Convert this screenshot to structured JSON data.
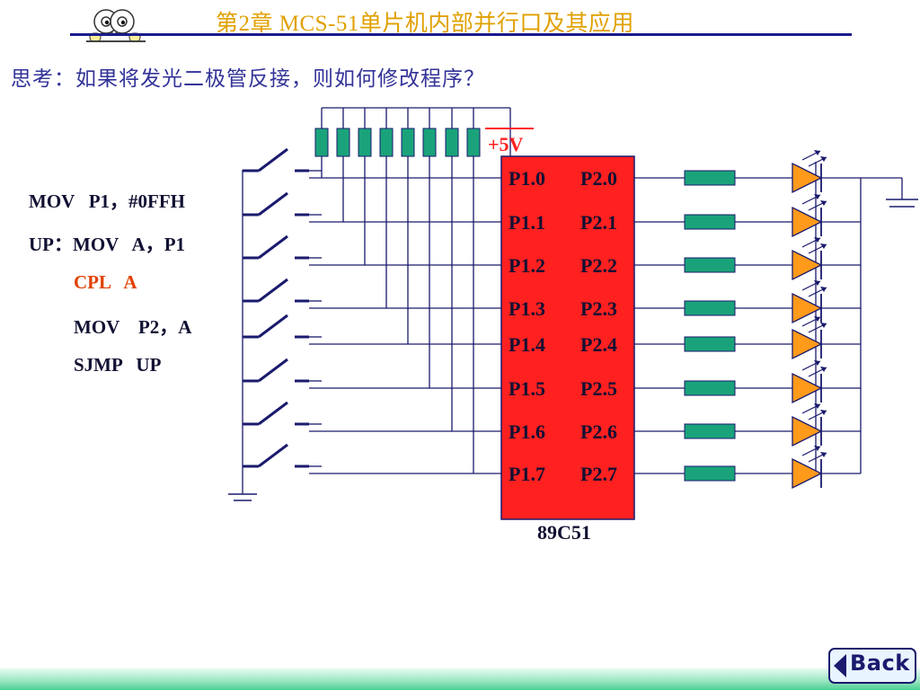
{
  "header": {
    "title": "第2章    MCS-51单片机内部并行口及其应用",
    "mascot_icon": "cartoon-mascot-icon",
    "title_color": "#e0a000",
    "rule_color": "#1a1a8c"
  },
  "question": "思考：如果将发光二极管反接，则如何修改程序？",
  "code": [
    {
      "text": "MOV   P1，#0FFH",
      "highlight": false
    },
    {
      "text": "UP：MOV   A，P1",
      "highlight": false
    },
    {
      "text": "CPL   A",
      "highlight": true
    },
    {
      "text": "MOV    P2，A",
      "highlight": false
    },
    {
      "text": "SJMP   UP",
      "highlight": false
    }
  ],
  "circuit": {
    "vcc_label": "+5V",
    "chip_name": "89C51",
    "p1_pins": [
      "P1.0",
      "P1.1",
      "P1.2",
      "P1.3",
      "P1.4",
      "P1.5",
      "P1.6",
      "P1.7"
    ],
    "p2_pins": [
      "P2.0",
      "P2.1",
      "P2.2",
      "P2.3",
      "P2.4",
      "P2.5",
      "P2.6",
      "P2.7"
    ],
    "colors": {
      "chip": "#ff2020",
      "resistor": "#1aa37a",
      "led": "#ff9a1a",
      "wire": "#1a1a6e"
    }
  },
  "footer": {
    "back_label": "Back",
    "back_icon": "back-arrow-icon"
  }
}
